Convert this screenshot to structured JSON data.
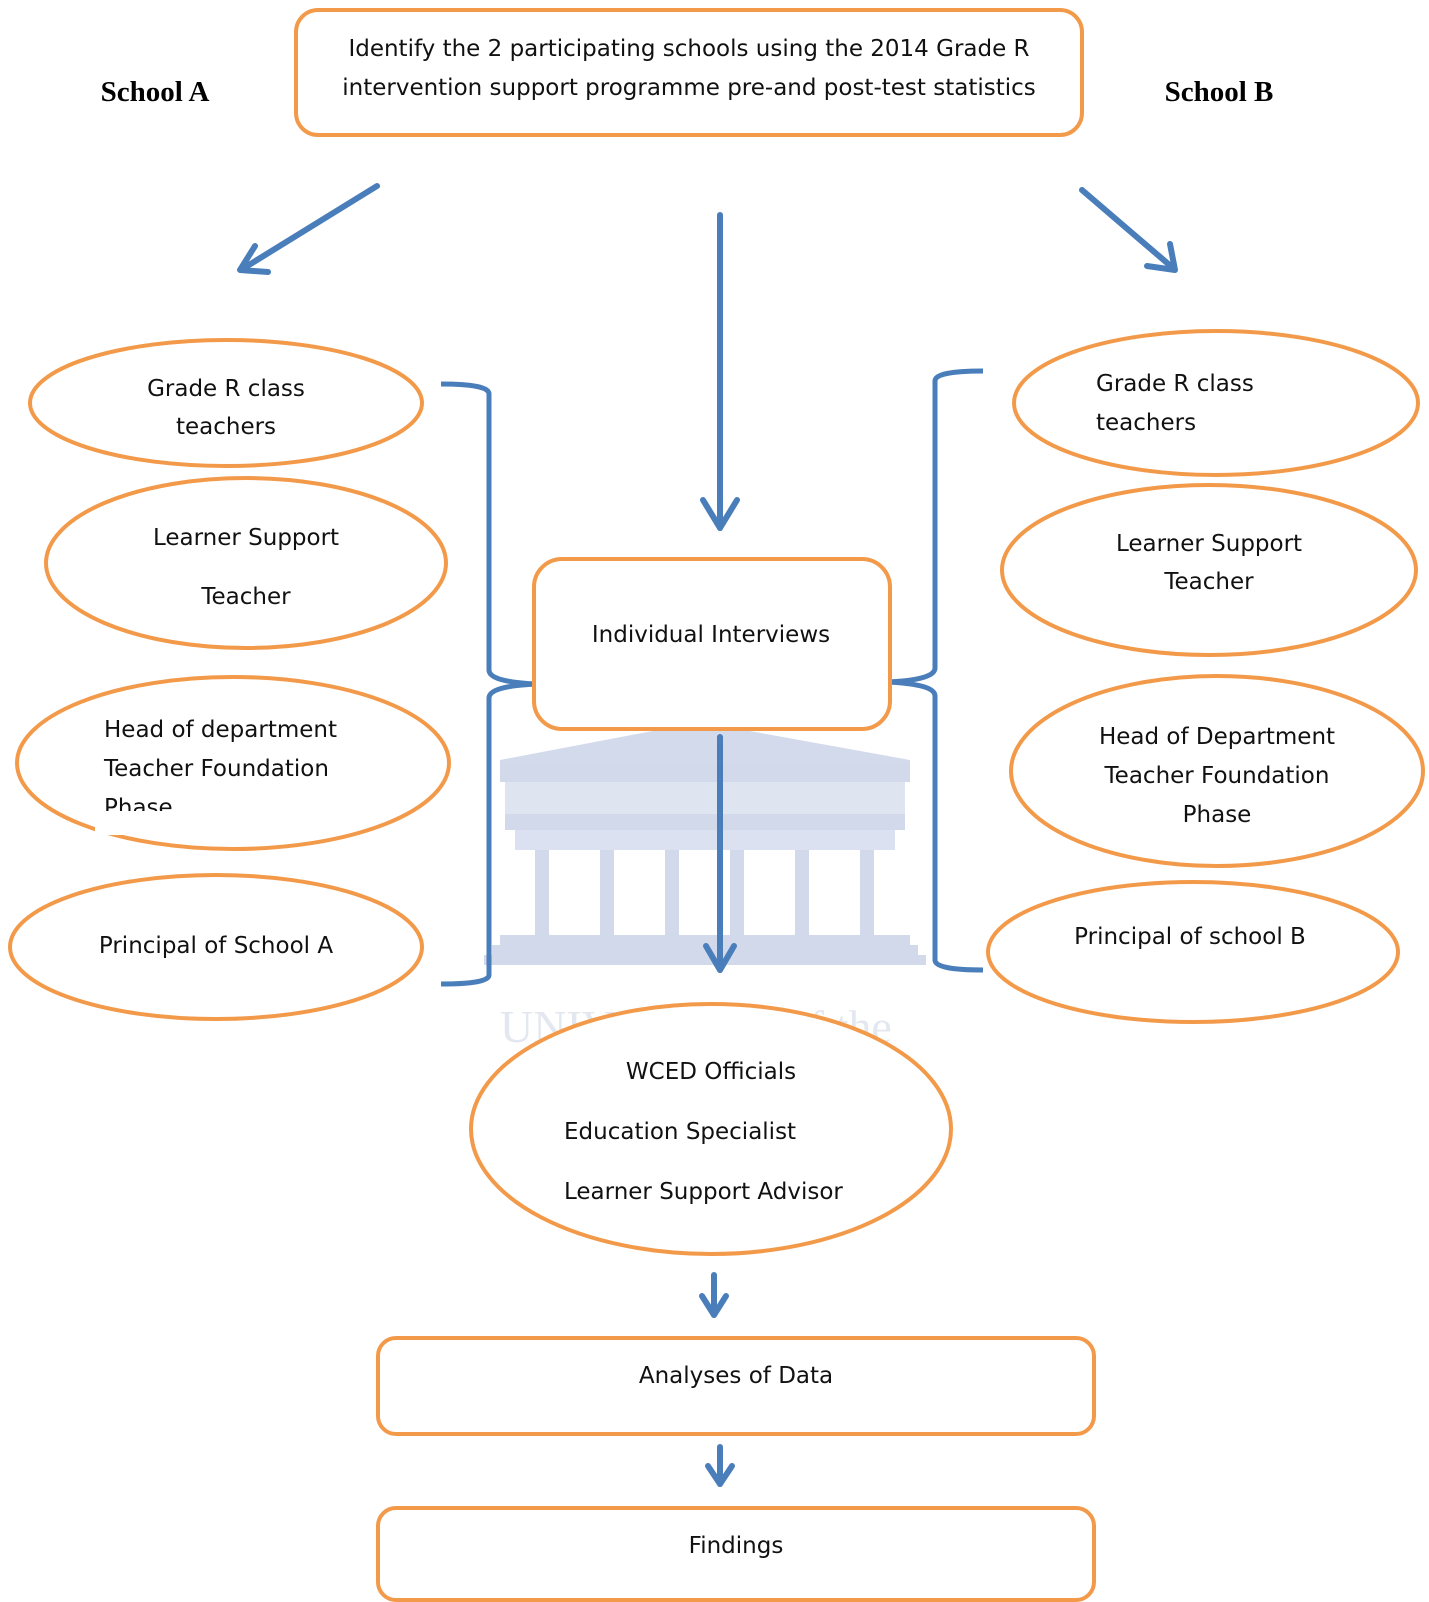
{
  "diagram": {
    "top_box": {
      "line1": "Identify the 2 participating schools using the 2014 Grade R",
      "line2": "intervention support programme pre-and post-test statistics"
    },
    "school_a_label": "School A",
    "school_b_label": "School B",
    "school_a_nodes": {
      "grade_r": [
        "Grade R class",
        "teachers"
      ],
      "learner_support": [
        "Learner Support",
        "Teacher"
      ],
      "hod": [
        "Head of department",
        "Teacher Foundation",
        "Phase"
      ],
      "principal": [
        "Principal of School A"
      ]
    },
    "school_b_nodes": {
      "grade_r": [
        "Grade R class",
        "teachers"
      ],
      "learner_support": [
        "Learner Support",
        "Teacher"
      ],
      "hod": [
        "Head of Department",
        "Teacher Foundation",
        "Phase"
      ],
      "principal": [
        "Principal of school B"
      ]
    },
    "interviews_box": "Individual Interviews",
    "wced_node": [
      "WCED Officials",
      "Education Specialist",
      "Learner Support Advisor"
    ],
    "analysis_box": "Analyses of Data",
    "findings_box": "Findings",
    "watermark_text": "UNIVERSITY of the",
    "colors": {
      "shape_stroke": "#f29a4a",
      "arrow": "#4a7ebb",
      "watermark": "#cbd3e8"
    }
  }
}
